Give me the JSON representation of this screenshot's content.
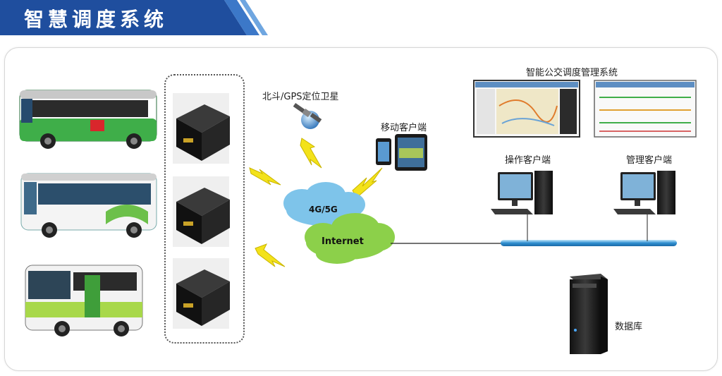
{
  "header": {
    "title": "智慧调度系统"
  },
  "diagram": {
    "satellite_label": "北斗/GPS定位卫星",
    "mobile_label": "移动客户端",
    "cloud_network_label": "4G/5G",
    "cloud_internet_label": "Internet",
    "dispatch_system_label": "智能公交调度管理系统",
    "operator_label": "操作客户端",
    "manager_label": "管理客户端",
    "database_label": "数据库"
  },
  "colors": {
    "banner_blue": "#1f4e9e",
    "bus_green": "#3fae49",
    "cloud_blue": "#7ec4ea",
    "cloud_green": "#8cd04a",
    "lightning_yellow": "#f3e21a",
    "network_line": "#3ea0d8"
  }
}
